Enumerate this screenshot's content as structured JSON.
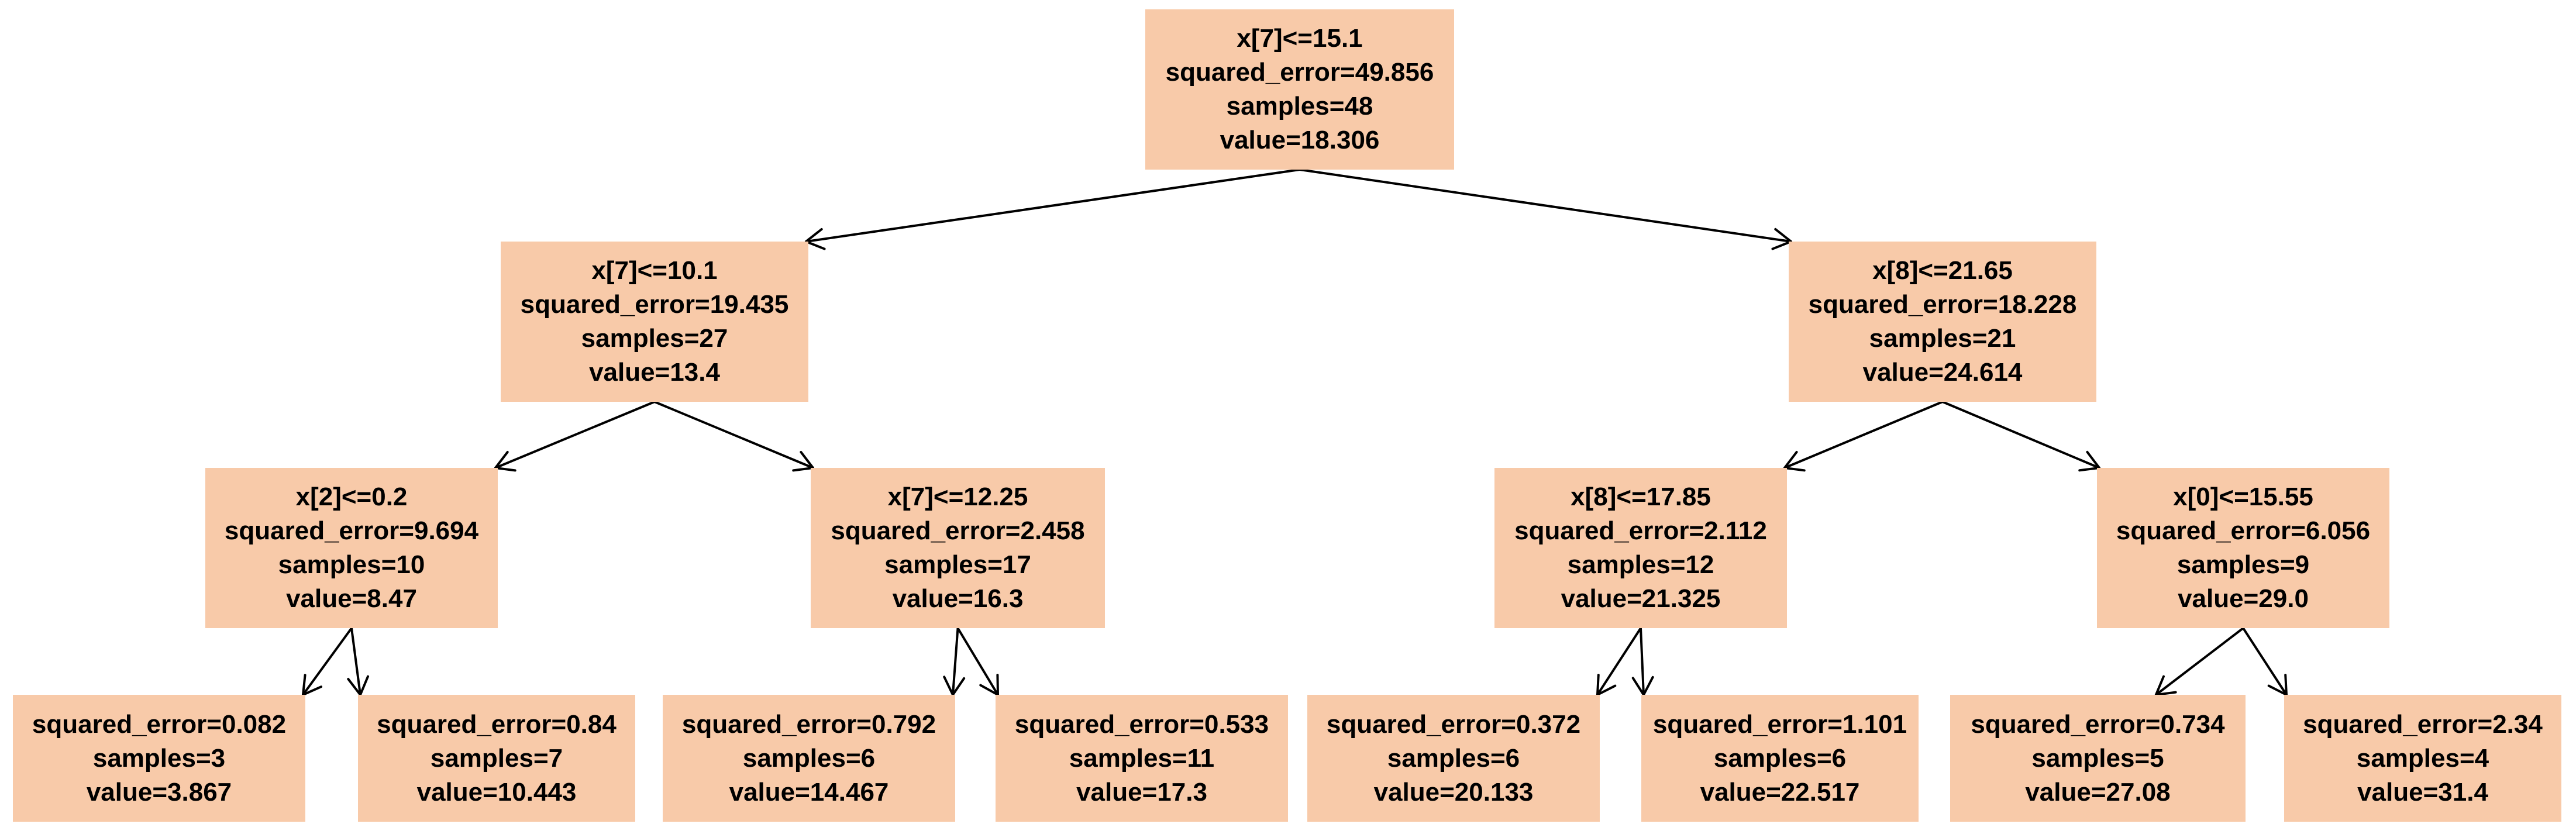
{
  "style": {
    "node_fill": "#f8caa9",
    "edge_color": "#000000",
    "text_color": "#000000"
  },
  "nodes": [
    {
      "id": "n0",
      "lines": [
        "x[7]<=15.1",
        "squared_error=49.856",
        "samples=48",
        "value=18.306"
      ]
    },
    {
      "id": "n1",
      "lines": [
        "x[7]<=10.1",
        "squared_error=19.435",
        "samples=27",
        "value=13.4"
      ]
    },
    {
      "id": "n2",
      "lines": [
        "x[8]<=21.65",
        "squared_error=18.228",
        "samples=21",
        "value=24.614"
      ]
    },
    {
      "id": "n3",
      "lines": [
        "x[2]<=0.2",
        "squared_error=9.694",
        "samples=10",
        "value=8.47"
      ]
    },
    {
      "id": "n4",
      "lines": [
        "x[7]<=12.25",
        "squared_error=2.458",
        "samples=17",
        "value=16.3"
      ]
    },
    {
      "id": "n5",
      "lines": [
        "x[8]<=17.85",
        "squared_error=2.112",
        "samples=12",
        "value=21.325"
      ]
    },
    {
      "id": "n6",
      "lines": [
        "x[0]<=15.55",
        "squared_error=6.056",
        "samples=9",
        "value=29.0"
      ]
    },
    {
      "id": "n7",
      "lines": [
        "squared_error=0.082",
        "samples=3",
        "value=3.867"
      ]
    },
    {
      "id": "n8",
      "lines": [
        "squared_error=0.84",
        "samples=7",
        "value=10.443"
      ]
    },
    {
      "id": "n9",
      "lines": [
        "squared_error=0.792",
        "samples=6",
        "value=14.467"
      ]
    },
    {
      "id": "n10",
      "lines": [
        "squared_error=0.533",
        "samples=11",
        "value=17.3"
      ]
    },
    {
      "id": "n11",
      "lines": [
        "squared_error=0.372",
        "samples=6",
        "value=20.133"
      ]
    },
    {
      "id": "n12",
      "lines": [
        "squared_error=1.101",
        "samples=6",
        "value=22.517"
      ]
    },
    {
      "id": "n13",
      "lines": [
        "squared_error=0.734",
        "samples=5",
        "value=27.08"
      ]
    },
    {
      "id": "n14",
      "lines": [
        "squared_error=2.34",
        "samples=4",
        "value=31.4"
      ]
    }
  ],
  "edges": [
    [
      "n0",
      "n1"
    ],
    [
      "n0",
      "n2"
    ],
    [
      "n1",
      "n3"
    ],
    [
      "n1",
      "n4"
    ],
    [
      "n2",
      "n5"
    ],
    [
      "n2",
      "n6"
    ],
    [
      "n3",
      "n7"
    ],
    [
      "n3",
      "n8"
    ],
    [
      "n4",
      "n9"
    ],
    [
      "n4",
      "n10"
    ],
    [
      "n5",
      "n11"
    ],
    [
      "n5",
      "n12"
    ],
    [
      "n6",
      "n13"
    ],
    [
      "n6",
      "n14"
    ]
  ]
}
